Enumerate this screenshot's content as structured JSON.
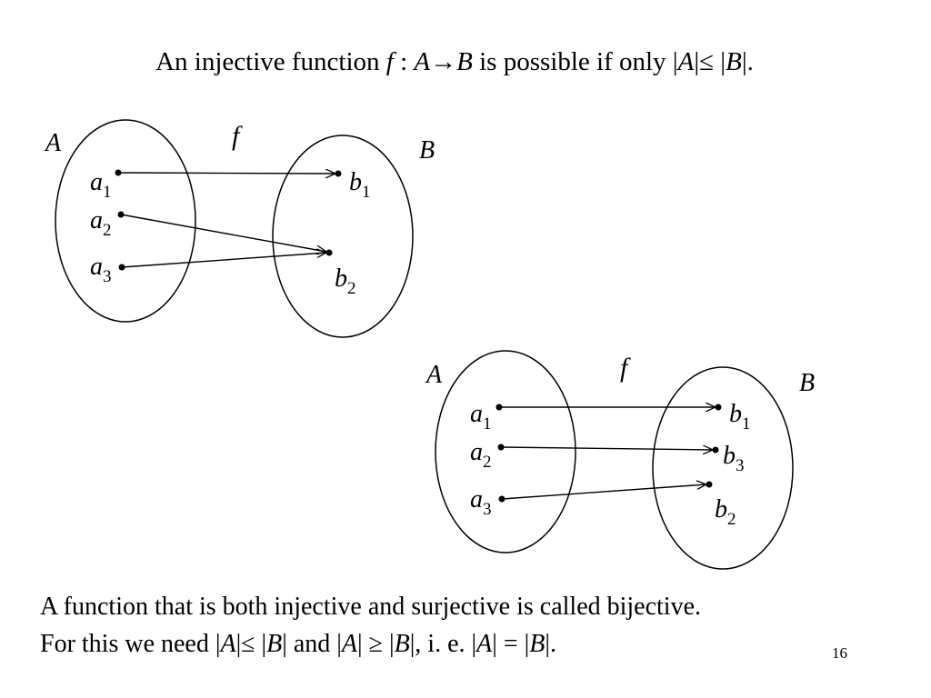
{
  "title": {
    "p1": "An injective function ",
    "f": "f",
    "colon": " : ",
    "A": "A",
    "arrow": "→",
    "B": "B",
    "p2": "  is possible if only |",
    "A2": "A",
    "leq": "|≤ |",
    "B2": "B",
    "end": "|."
  },
  "diagram1": {
    "setA": "A",
    "setB": "B",
    "func": "f",
    "a1": "a",
    "a1sub": "1",
    "a2": "a",
    "a2sub": "2",
    "a3": "a",
    "a3sub": "3",
    "b1": "b",
    "b1sub": "1",
    "b2": "b",
    "b2sub": "2"
  },
  "diagram2": {
    "setA": "A",
    "setB": "B",
    "func": "f",
    "a1": "a",
    "a1sub": "1",
    "a2": "a",
    "a2sub": "2",
    "a3": "a",
    "a3sub": "3",
    "b1": "b",
    "b1sub": "1",
    "b3": "b",
    "b3sub": "3",
    "b2": "b",
    "b2sub": "2"
  },
  "bottom": {
    "line1": "A function that is both injective and surjective is called bijective.",
    "p1": "For this we need |",
    "A1": "A",
    "s1": "|≤ |",
    "B1": "B",
    "s2": "| and |",
    "A2": "A",
    "s3": "| ≥ |",
    "B2": "B",
    "s4": "|, i. e. |",
    "A3": "A",
    "s5": "| = |",
    "B3": "B",
    "s6": "|."
  },
  "page_number": "16"
}
